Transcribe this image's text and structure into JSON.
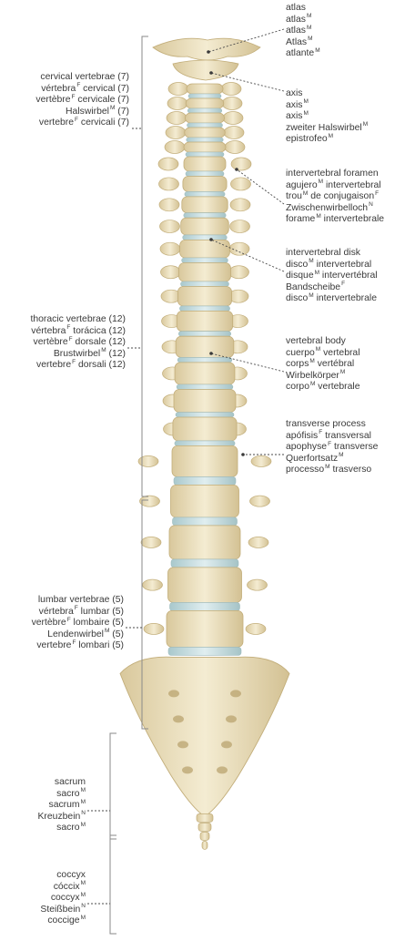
{
  "labels": {
    "atlas": [
      {
        "t": "atlas",
        "g": ""
      },
      {
        "t": "atlas",
        "g": "M"
      },
      {
        "t": "atlas",
        "g": "M"
      },
      {
        "t": "Atlas",
        "g": "M"
      },
      {
        "t": "atlante",
        "g": "M"
      }
    ],
    "axis": [
      {
        "t": "axis",
        "g": ""
      },
      {
        "t": "axis",
        "g": "M"
      },
      {
        "t": "axis",
        "g": "M"
      },
      {
        "t": "zweiter Halswirbel",
        "g": "M"
      },
      {
        "t": "epistrofeo",
        "g": "M"
      }
    ],
    "foramen": [
      {
        "t": "intervertebral foramen",
        "g": ""
      },
      {
        "t": "agujero",
        "g": "M",
        "after": " intervertebral"
      },
      {
        "t": "trou",
        "g": "M",
        "after": " de conjugaison",
        "g2": "F"
      },
      {
        "t": "Zwischenwirbelloch",
        "g": "N"
      },
      {
        "t": "forame",
        "g": "M",
        "after": " intervertebrale"
      }
    ],
    "disk": [
      {
        "t": "intervertebral disk",
        "g": ""
      },
      {
        "t": "disco",
        "g": "M",
        "after": " intervertebral"
      },
      {
        "t": "disque",
        "g": "M",
        "after": " intervertébral"
      },
      {
        "t": "Bandscheibe",
        "g": "F"
      },
      {
        "t": "disco",
        "g": "M",
        "after": " intervertebrale"
      }
    ],
    "body": [
      {
        "t": "vertebral body",
        "g": ""
      },
      {
        "t": "cuerpo",
        "g": "M",
        "after": " vertebral"
      },
      {
        "t": "corps",
        "g": "M",
        "after": " vertébral"
      },
      {
        "t": "Wirbelkörper",
        "g": "M"
      },
      {
        "t": "corpo",
        "g": "M",
        "after": " vertebrale"
      }
    ],
    "transverse": [
      {
        "t": "transverse process",
        "g": ""
      },
      {
        "t": "apófisis",
        "g": "F",
        "after": " transversal"
      },
      {
        "t": "apophyse",
        "g": "F",
        "after": " transverse"
      },
      {
        "t": "Querfortsatz",
        "g": "M"
      },
      {
        "t": "processo",
        "g": "M",
        "after": " trasverso"
      }
    ],
    "cervical": [
      {
        "t": "cervical vertebrae (7)",
        "g": ""
      },
      {
        "t": "vértebra",
        "g": "F",
        "after": " cervical (7)"
      },
      {
        "t": "vertèbre",
        "g": "F",
        "after": " cervicale (7)"
      },
      {
        "t": "Halswirbel",
        "g": "M",
        "after": " (7)"
      },
      {
        "t": "vertebre",
        "g": "F",
        "after": " cervicali (7)"
      }
    ],
    "thoracic": [
      {
        "t": "thoracic vertebrae (12)",
        "g": ""
      },
      {
        "t": "vértebra",
        "g": "F",
        "after": " torácica (12)"
      },
      {
        "t": "vertèbre",
        "g": "F",
        "after": " dorsale (12)"
      },
      {
        "t": "Brustwirbel",
        "g": "M",
        "after": " (12)"
      },
      {
        "t": "vertebre",
        "g": "F",
        "after": " dorsali (12)"
      }
    ],
    "lumbar": [
      {
        "t": "lumbar vertebrae (5)",
        "g": ""
      },
      {
        "t": "vértebra",
        "g": "F",
        "after": " lumbar (5)"
      },
      {
        "t": "vertèbre",
        "g": "F",
        "after": " lombaire (5)"
      },
      {
        "t": "Lendenwirbel",
        "g": "M",
        "after": " (5)"
      },
      {
        "t": "vertebre",
        "g": "F",
        "after": " lombari (5)"
      }
    ],
    "sacrum": [
      {
        "t": "sacrum",
        "g": ""
      },
      {
        "t": "sacro",
        "g": "M"
      },
      {
        "t": "sacrum",
        "g": "M"
      },
      {
        "t": "Kreuzbein",
        "g": "N"
      },
      {
        "t": "sacro",
        "g": "M"
      }
    ],
    "coccyx": [
      {
        "t": "coccyx",
        "g": ""
      },
      {
        "t": "cóccix",
        "g": "M"
      },
      {
        "t": "coccyx",
        "g": "M"
      },
      {
        "t": "Steißbein",
        "g": "N"
      },
      {
        "t": "coccige",
        "g": "M"
      }
    ]
  },
  "colors": {
    "bone": "#efe4c2",
    "bone_shade": "#d8c79b",
    "disk": "#bfd8da",
    "line": "#5a5a5a"
  }
}
